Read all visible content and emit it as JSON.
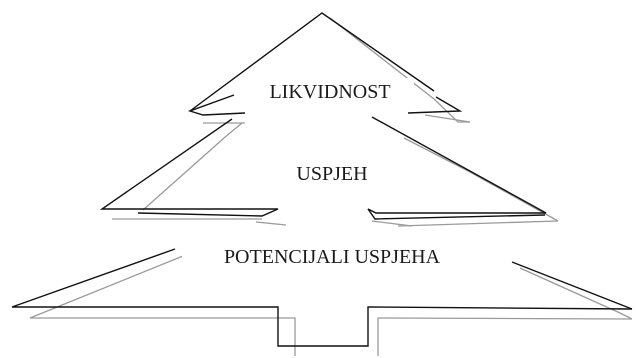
{
  "tiers": {
    "top": {
      "label": "LIKVIDNOST"
    },
    "middle": {
      "label": "USPJEH"
    },
    "bottom": {
      "label": "POTENCIJALI USPJEHA"
    }
  },
  "colors": {
    "outline": "#111111",
    "shadow": "#9a9a9a",
    "text": "#1a1a1a"
  }
}
